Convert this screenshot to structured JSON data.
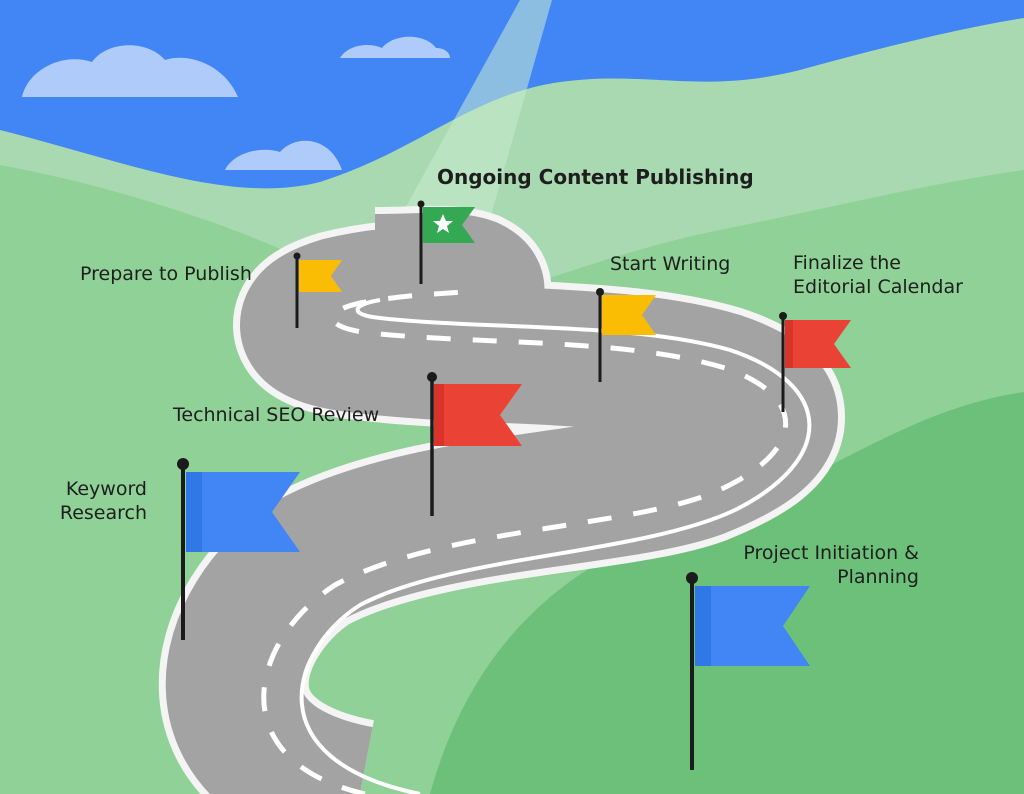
{
  "colors": {
    "sky": "#4285f4",
    "cloud": "#aecbfa",
    "hill_far": "#a8d9b0",
    "hill_mid": "#8fd196",
    "hill_near": "#6cc07a",
    "road": "#9e9e9e",
    "road_edge": "#ffffff",
    "flag_blue": "#4285f4",
    "flag_red": "#ea4335",
    "flag_yellow": "#fbbc04",
    "flag_green": "#34a853"
  },
  "milestones": [
    {
      "id": "project-initiation",
      "label": "Project Initiation &\nPlanning",
      "flag_color": "blue",
      "icon": "flag-icon"
    },
    {
      "id": "keyword-research",
      "label": "Keyword\nResearch",
      "flag_color": "blue",
      "icon": "flag-icon"
    },
    {
      "id": "technical-seo-review",
      "label": "Technical SEO Review",
      "flag_color": "red",
      "icon": "flag-icon"
    },
    {
      "id": "finalize-editorial-calendar",
      "label": "Finalize the\nEditorial Calendar",
      "flag_color": "red",
      "icon": "flag-icon"
    },
    {
      "id": "start-writing",
      "label": "Start Writing",
      "flag_color": "yellow",
      "icon": "flag-icon"
    },
    {
      "id": "prepare-to-publish",
      "label": "Prepare to Publish",
      "flag_color": "yellow",
      "icon": "flag-icon"
    },
    {
      "id": "ongoing-content-publishing",
      "label": "Ongoing Content Publishing",
      "flag_color": "green",
      "icon": "star-flag-icon"
    }
  ]
}
